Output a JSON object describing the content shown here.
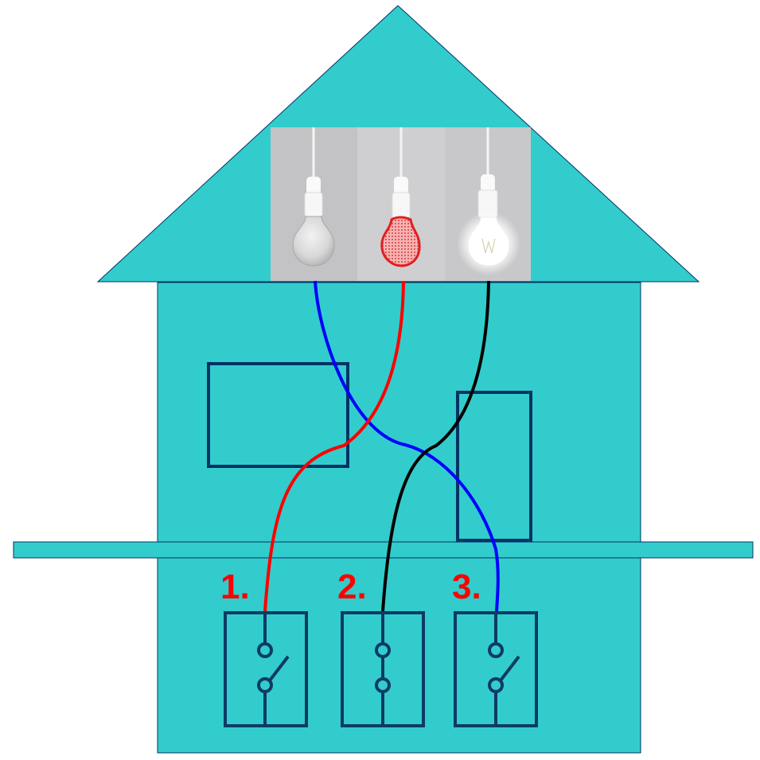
{
  "colors": {
    "house_fill": "#33cccc",
    "outline": "#003366",
    "switch_stroke": "#0c3b66",
    "label_color": "#ff0000",
    "wire_red": "#ff0000",
    "wire_blue": "#0000ff",
    "wire_black": "#000000",
    "photo_bg": "#c9c9cb",
    "bulb_red": "#e02020"
  },
  "bulbs": [
    {
      "id": "bulb-1",
      "state": "off",
      "icon": "bulb-off-icon"
    },
    {
      "id": "bulb-2",
      "state": "marked-red",
      "icon": "bulb-red-icon"
    },
    {
      "id": "bulb-3",
      "state": "lit",
      "icon": "bulb-lit-icon"
    }
  ],
  "switches": [
    {
      "label": "1.",
      "state": "open",
      "icon": "switch-open-icon"
    },
    {
      "label": "2.",
      "state": "closed",
      "icon": "switch-closed-icon"
    },
    {
      "label": "3.",
      "state": "open",
      "icon": "switch-open-icon"
    }
  ],
  "wiring": [
    {
      "switch": "1.",
      "bulb": "bulb-2",
      "color": "red"
    },
    {
      "switch": "2.",
      "bulb": "bulb-3",
      "color": "black"
    },
    {
      "switch": "3.",
      "bulb": "bulb-1",
      "color": "blue"
    }
  ]
}
